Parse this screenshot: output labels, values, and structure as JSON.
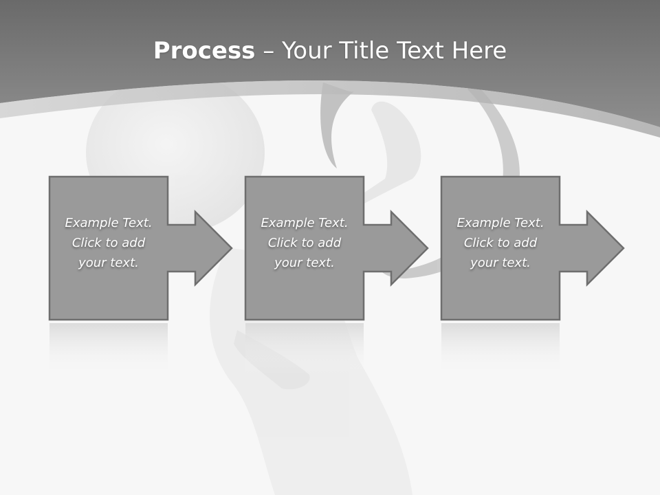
{
  "slide": {
    "title_bold": "Process",
    "title_rest": " – Your Title Text Here",
    "colors": {
      "header": "#7d7d7d",
      "box_fill": "#9a9a9a",
      "box_stroke": "#6e6e6e",
      "text": "#ffffff",
      "background": "#f7f7f7"
    }
  },
  "steps": [
    {
      "text": "Example Text.\nClick  to add\nyour text.",
      "icon": "arrow-right-icon"
    },
    {
      "text": "Example Text.\nClick  to add\nyour text.",
      "icon": "arrow-right-icon"
    },
    {
      "text": "Example Text.\nClick  to add\nyour text.",
      "icon": "arrow-right-icon"
    }
  ]
}
